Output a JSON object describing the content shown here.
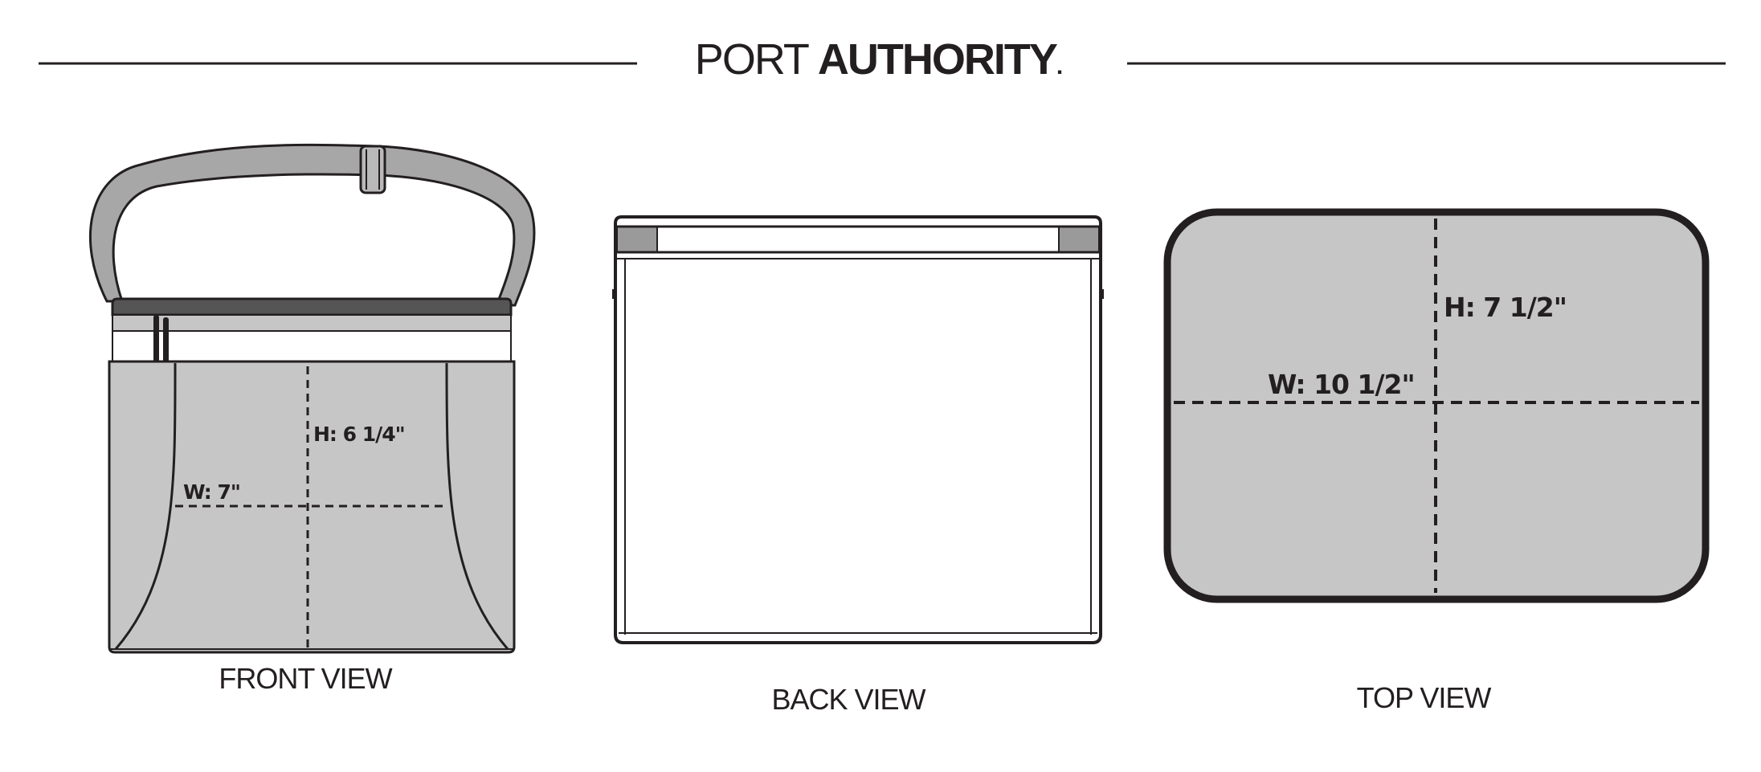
{
  "brand": {
    "name_light": "PORT ",
    "name_bold": "AUTHORITY",
    "trademark_dot": "."
  },
  "views": {
    "front": {
      "caption": "FRONT VIEW",
      "height_label": "H: 6 1/4\"",
      "width_label": "W: 7\""
    },
    "back": {
      "caption": "BACK VIEW"
    },
    "top": {
      "caption": "TOP VIEW",
      "height_label": "H: 7 1/2\"",
      "width_label": "W: 10 1/2\""
    }
  },
  "colors": {
    "line": "#231f20",
    "fill_gray": "#c6c6c6",
    "strap_gray": "#a7a7a7",
    "background": "#ffffff"
  }
}
